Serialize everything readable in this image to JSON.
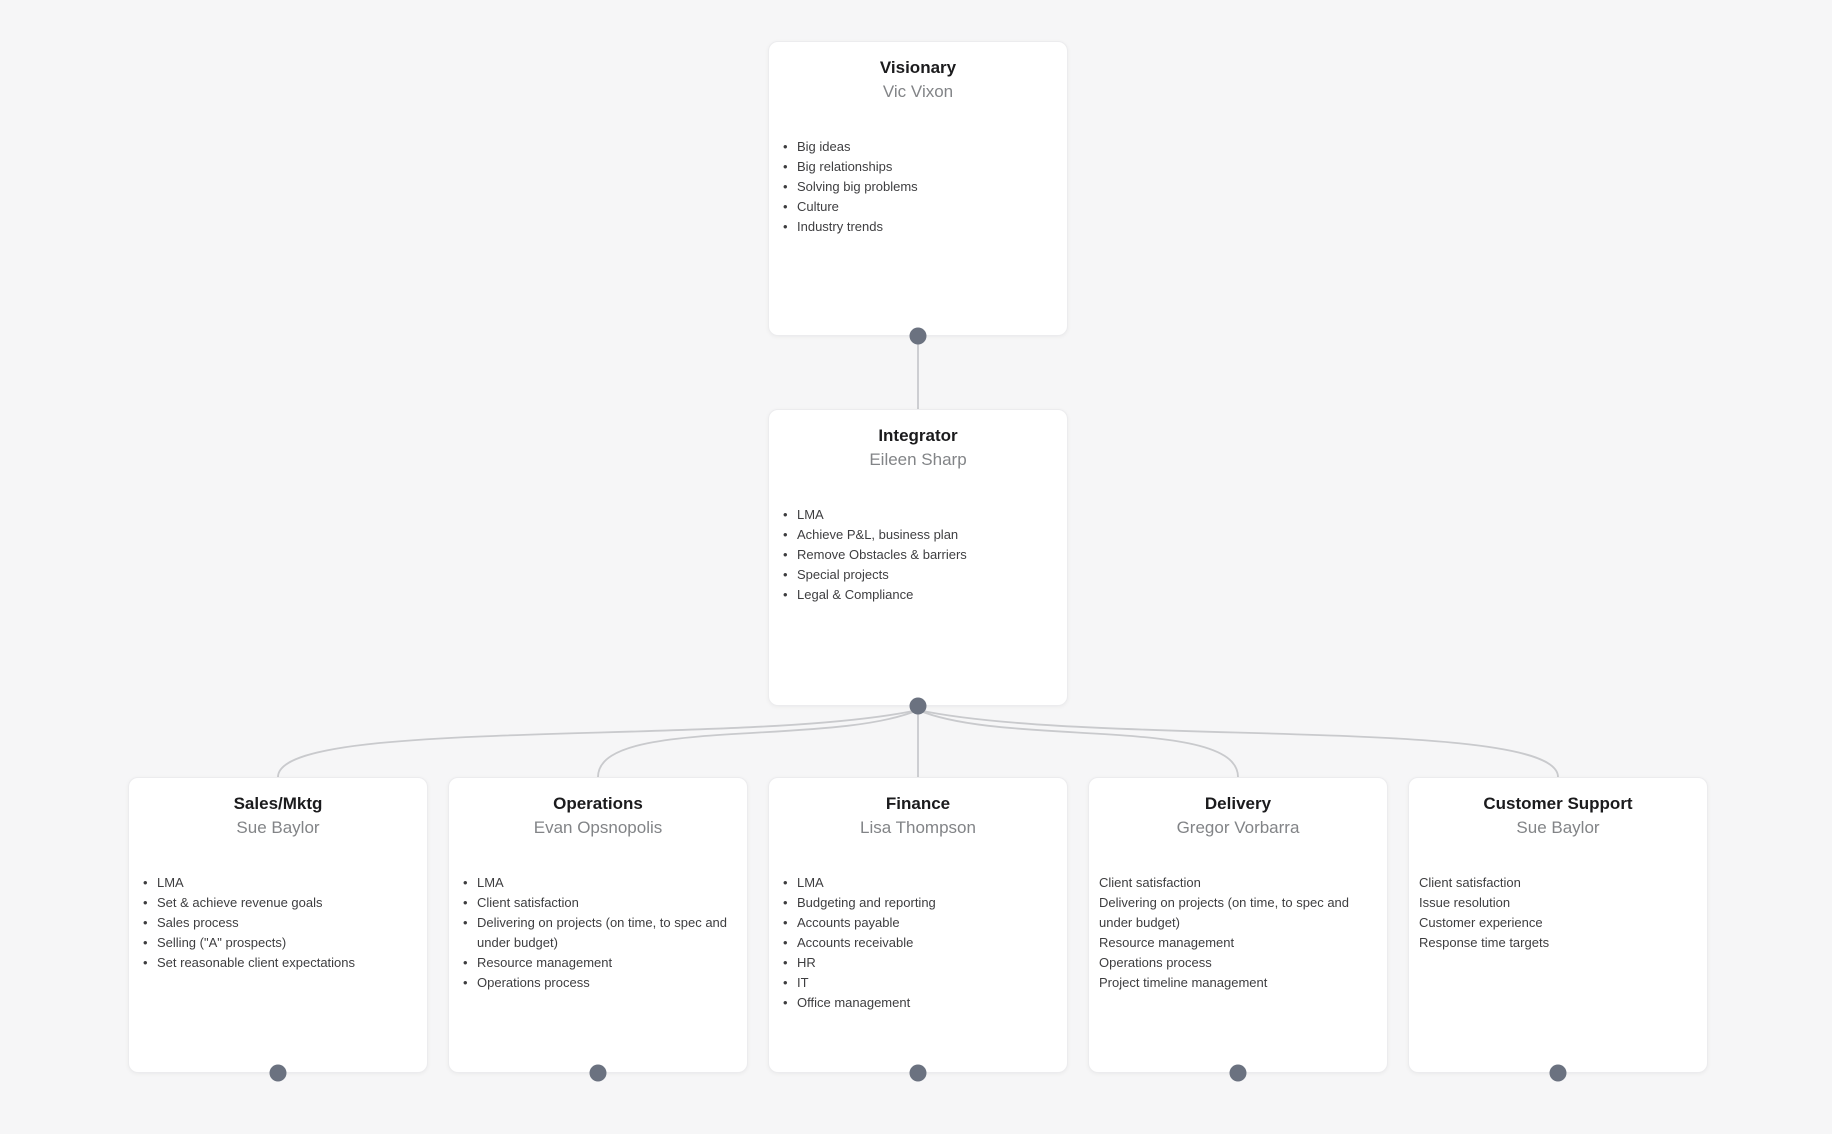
{
  "page": {
    "background_color": "#f6f6f7"
  },
  "org_chart": {
    "colors": {
      "dot": "#6b7280",
      "connector": "#c9cacd",
      "card_background": "#ffffff",
      "role_text": "#1b1b1d",
      "person_text": "#828487",
      "item_text": "#3e3e40"
    },
    "nodes": [
      {
        "role": "Visionary",
        "person": "Vic Vixon",
        "bulleted": true,
        "responsibilities": [
          "Big ideas",
          "Big relationships",
          "Solving big problems",
          "Culture",
          "Industry trends"
        ]
      },
      {
        "role": "Integrator",
        "person": "Eileen Sharp",
        "bulleted": true,
        "responsibilities": [
          "LMA",
          "Achieve P&L, business plan",
          "Remove Obstacles & barriers",
          "Special projects",
          "Legal & Compliance"
        ]
      },
      {
        "role": "Sales/Mktg",
        "person": "Sue Baylor",
        "bulleted": true,
        "responsibilities": [
          "LMA",
          "Set & achieve revenue goals",
          "Sales process",
          "Selling (\"A\" prospects)",
          "Set reasonable client expectations"
        ]
      },
      {
        "role": "Operations",
        "person": "Evan Opsnopolis",
        "bulleted": true,
        "responsibilities": [
          "LMA",
          "Client satisfaction",
          "Delivering on projects (on time, to spec and under budget)",
          "Resource management",
          "Operations process"
        ]
      },
      {
        "role": "Finance",
        "person": "Lisa Thompson",
        "bulleted": true,
        "responsibilities": [
          "LMA",
          "Budgeting and reporting",
          "Accounts payable",
          "Accounts receivable",
          "HR",
          "IT",
          "Office management"
        ]
      },
      {
        "role": "Delivery",
        "person": "Gregor Vorbarra",
        "bulleted": false,
        "responsibilities": [
          "Client satisfaction",
          "Delivering on projects (on time, to spec and under budget)",
          "Resource management",
          "Operations process",
          "Project timeline management"
        ]
      },
      {
        "role": "Customer Support",
        "person": "Sue Baylor",
        "bulleted": false,
        "responsibilities": [
          "Client satisfaction",
          "Issue resolution",
          "Customer experience",
          "Response time targets"
        ]
      }
    ]
  }
}
